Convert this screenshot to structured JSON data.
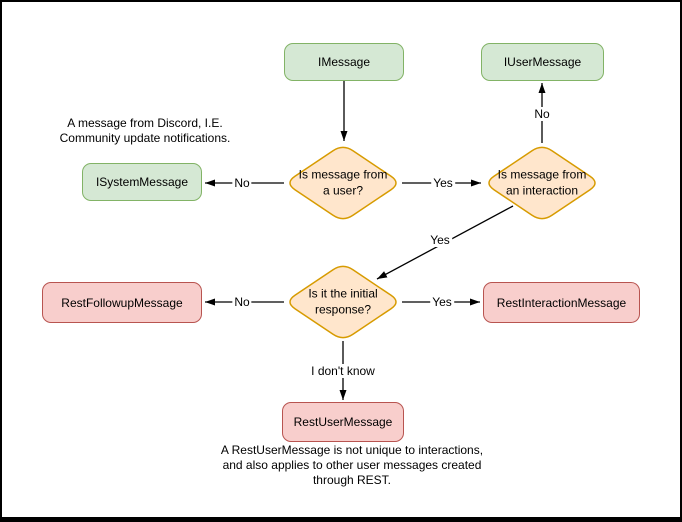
{
  "palette": {
    "background": "#ffffff",
    "frame_border": "#000000",
    "interface_fill": "#d5e8d4",
    "interface_border": "#82b366",
    "decision_fill": "#ffe6cc",
    "decision_border": "#d79b00",
    "rest_fill": "#f8cecc",
    "rest_border": "#b85450",
    "arrow_color": "#000000",
    "text_color": "#000000"
  },
  "nodes": {
    "imessage": {
      "label": "IMessage"
    },
    "iusermessage": {
      "label": "IUserMessage"
    },
    "isystemmessage": {
      "label": "ISystemMessage"
    },
    "restfollowupmessage": {
      "label": "RestFollowupMessage"
    },
    "restinteractionmessage": {
      "label": "RestInteractionMessage"
    },
    "restusermessage": {
      "label": "RestUserMessage"
    }
  },
  "decisions": {
    "from_user": {
      "lines": [
        "Is message from",
        "a user?"
      ]
    },
    "from_interaction": {
      "lines": [
        "Is message from",
        "an interaction"
      ]
    },
    "initial_response": {
      "lines": [
        "Is it the initial",
        "response?"
      ]
    }
  },
  "edge_labels": {
    "user_no": "No",
    "user_yes": "Yes",
    "interaction_no": "No",
    "interaction_yes": "Yes",
    "initial_no": "No",
    "initial_yes": "Yes",
    "initial_unknown": "I don't know"
  },
  "notes": {
    "system_message": {
      "lines": [
        "A message from Discord, I.E.",
        "Community update notifications."
      ]
    },
    "rest_user_message": {
      "lines": [
        "A RestUserMessage is not unique to interactions,",
        "and also applies to other user messages created",
        "through REST."
      ]
    }
  }
}
